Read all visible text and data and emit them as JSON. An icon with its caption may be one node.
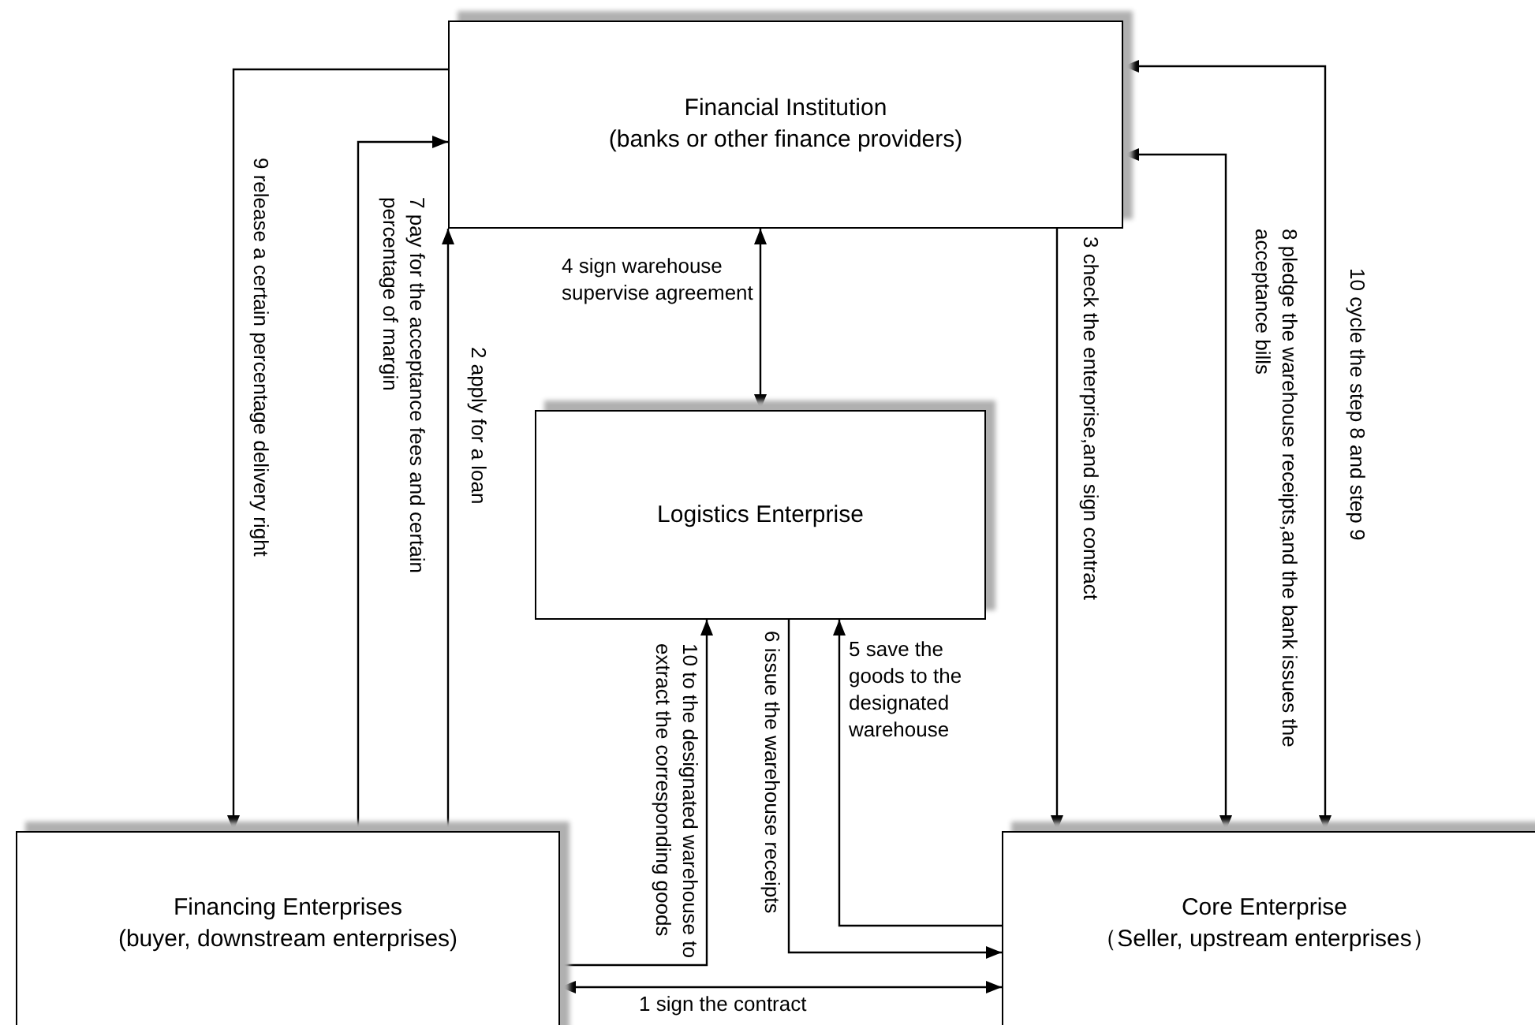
{
  "diagram": {
    "nodes": [
      {
        "text": [
          "Financial Institution",
          "(banks or other finance providers)"
        ]
      },
      {
        "text": [
          "Logistics Enterprise"
        ]
      },
      {
        "text": [
          "Financing Enterprises",
          "(buyer, downstream enterprises)"
        ]
      },
      {
        "text": [
          "Core Enterprise",
          "（Seller, upstream enterprises）"
        ]
      }
    ],
    "edges": [
      {
        "from": 2,
        "to": 3,
        "arrow": "both",
        "label": "1 sign the contract"
      },
      {
        "from": 2,
        "to": 0,
        "arrow": "to",
        "label": "2 apply for a loan"
      },
      {
        "from": 0,
        "to": 3,
        "arrow": "to",
        "label": "3 check the enterprise,and sign contract"
      },
      {
        "from": 0,
        "to": 1,
        "arrow": "both",
        "label": "4 sign warehouse supervise agreement"
      },
      {
        "from": 3,
        "to": 1,
        "arrow": "to",
        "label": "5 save the goods to the designated warehouse"
      },
      {
        "from": 1,
        "to": 3,
        "arrow": "to",
        "label": "6 issue the warehouse receipts"
      },
      {
        "from": 2,
        "to": 0,
        "arrow": "to",
        "label": "7 pay for the acceptance fees and certain percentage of margin"
      },
      {
        "from": 3,
        "to": 0,
        "arrow": "both",
        "label": "8 pledge the warehouse receipts,and the bank issues the acceptance bills"
      },
      {
        "from": 0,
        "to": 2,
        "arrow": "to",
        "label": "9 release a certain percentage delivery right"
      },
      {
        "from": 2,
        "to": 1,
        "arrow": "to",
        "label": "10 to the designated warehouse to extract the corresponding goods"
      },
      {
        "from": 3,
        "to": 0,
        "arrow": "both",
        "label": "10 cycle the step 8 and step 9"
      }
    ]
  }
}
